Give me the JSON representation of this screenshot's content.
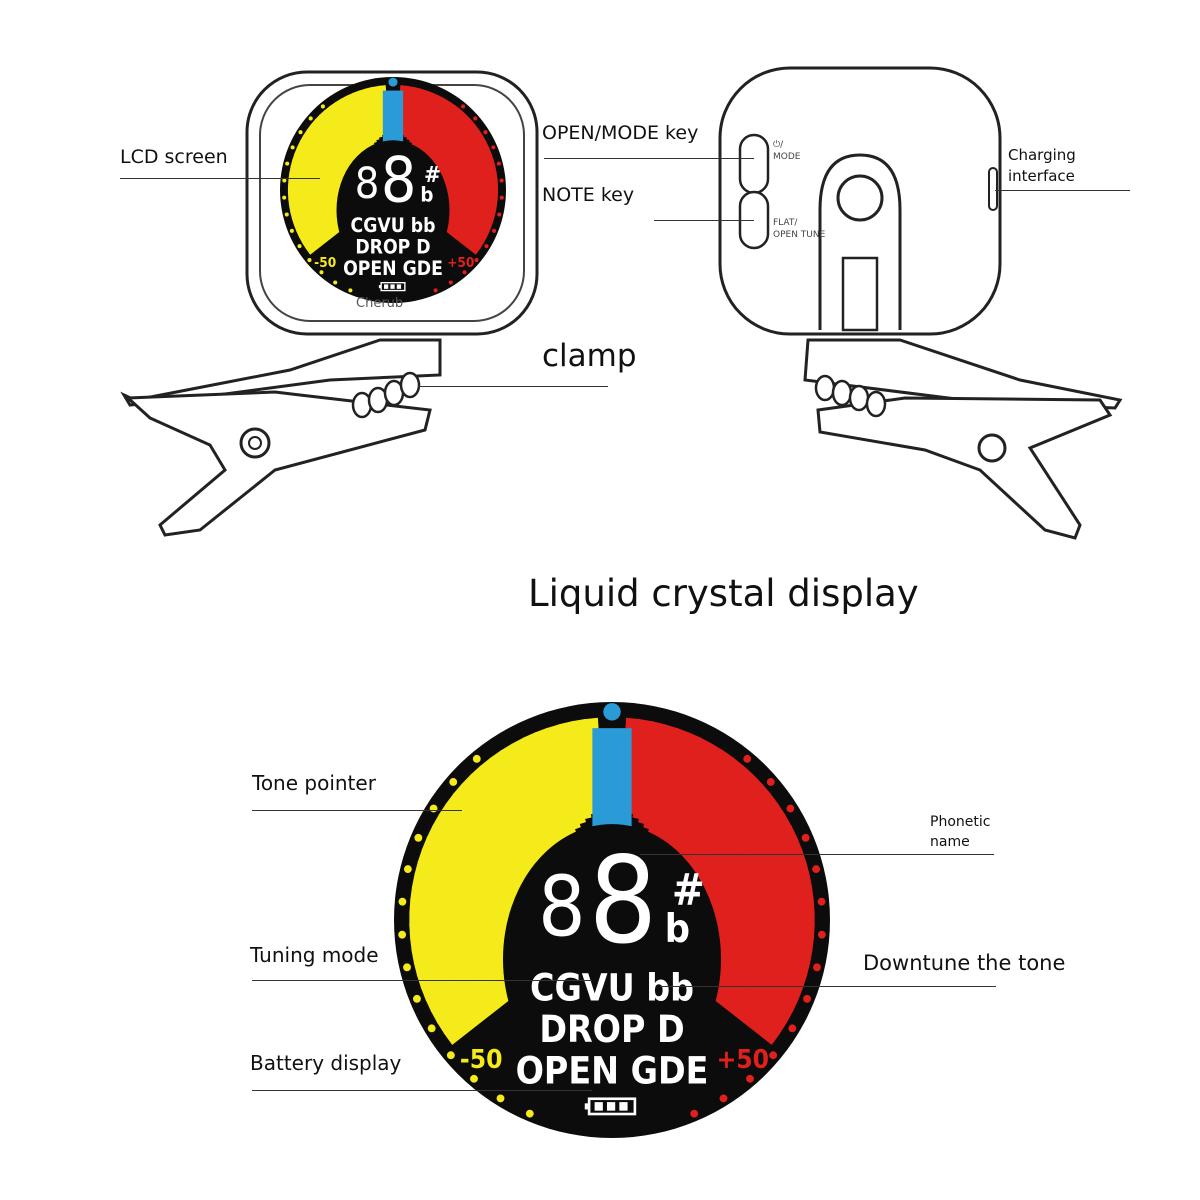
{
  "labels": {
    "lcd_screen": "LCD screen",
    "open_mode_key": "OPEN/MODE key",
    "note_key": "NOTE key",
    "charging_interface_line1": "Charging",
    "charging_interface_line2": "interface",
    "clamp": "clamp",
    "section_title": "Liquid crystal display",
    "tone_pointer": "Tone pointer",
    "phonetic_name_line1": "Phonetic",
    "phonetic_name_line2": "name",
    "tuning_mode": "Tuning mode",
    "downtune": "Downtune the tone",
    "battery_display": "Battery display"
  },
  "device": {
    "brand": "Cherub",
    "button_mode_line1": "⏻/",
    "button_mode_line2": "MODE",
    "button_flat_line1": "FLAT/",
    "button_flat_line2": "OPEN TUNE"
  },
  "lcd": {
    "note_digits": "8",
    "note_prefix": "8",
    "sharp": "#",
    "flat": "b",
    "modes_line": "CGVU bb",
    "drop_line": "DROP D",
    "open_line": "OPEN GDE",
    "minus_label": "-50",
    "plus_label": "+50"
  },
  "colors": {
    "flat_side": "#f5ea1a",
    "center": "#2a9bd7",
    "sharp_side": "#e0201c",
    "screen_bg": "#0c0c0c",
    "dots": "#f5ea1a"
  }
}
